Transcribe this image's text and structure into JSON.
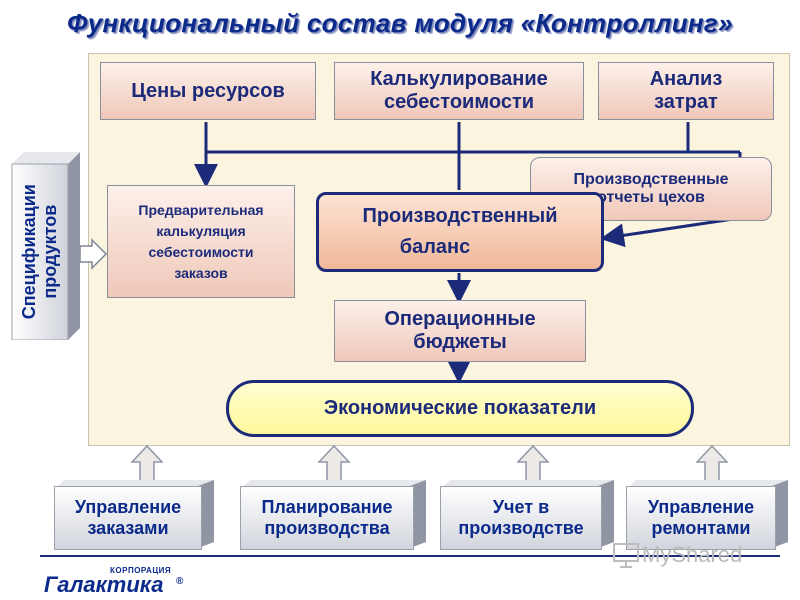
{
  "title": "Функциональный состав модуля «Контроллинг»",
  "boxes": {
    "resource_prices": "Цены ресурсов",
    "cost_calc": [
      "Калькулирование",
      "себестоимости"
    ],
    "cost_analysis": [
      "Анализ",
      "затрат"
    ],
    "workshop_reports": [
      "Производственные",
      "отчеты цехов"
    ],
    "preliminary_calc": [
      "Предварительная",
      "калькуляция",
      "себестоимости",
      "заказов"
    ],
    "production_balance": [
      "Производственный",
      "баланс"
    ],
    "operational_budgets": [
      "Операционные",
      "бюджеты"
    ],
    "economic_indicators": "Экономические показатели"
  },
  "side_block": [
    "Спецификации",
    "продуктов"
  ],
  "bottom_blocks": [
    [
      "Управление",
      "заказами"
    ],
    [
      "Планирование",
      "производства"
    ],
    [
      "Учет в",
      "производстве"
    ],
    [
      "Управление",
      "ремонтами"
    ]
  ],
  "logo": {
    "small": "КОРПОРАЦИЯ",
    "name": "Галактика",
    "reg": "®"
  },
  "watermark": "MyShared",
  "colors": {
    "title": "#0b2a8a",
    "panel": "#fbf5e0",
    "box_top": "#fdf0ea",
    "box_bottom": "#efc8b9",
    "balance_border": "#1c2a7a",
    "indicators_fill": "#fffdb0",
    "arrow": "#1c2a7a"
  }
}
